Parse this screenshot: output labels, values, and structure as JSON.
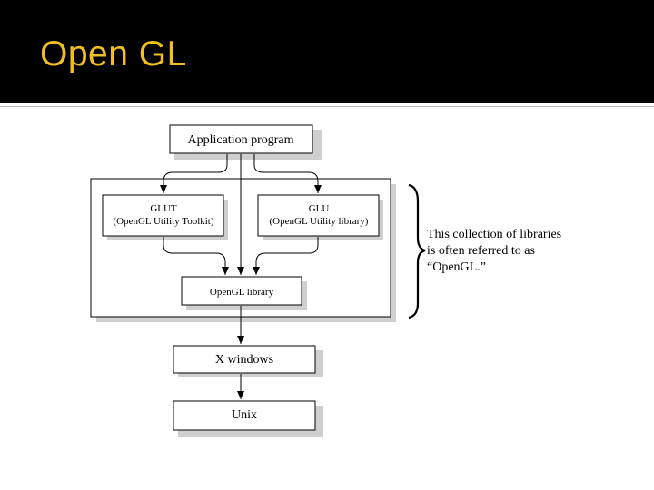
{
  "slide": {
    "title": "Open GL",
    "colors": {
      "header_bg": "#000000",
      "title": "#f2c01e"
    }
  },
  "diagram": {
    "nodes": {
      "app": "Application program",
      "glut_line1": "GLUT",
      "glut_line2": "(OpenGL Utility Toolkit)",
      "glu_line1": "GLU",
      "glu_line2": "(OpenGL Utility library)",
      "opengl": "OpenGL library",
      "xwindows": "X windows",
      "unix": "Unix"
    },
    "annotation": {
      "line1": "This collection of libraries",
      "line2": "is often referred to as",
      "line3": "“OpenGL.”"
    }
  }
}
